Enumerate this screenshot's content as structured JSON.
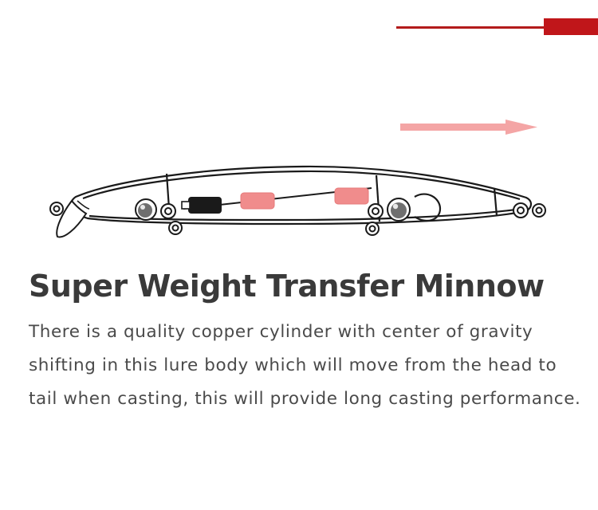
{
  "colors": {
    "accent": "#c0161a",
    "weight_highlight": "#f08c8c",
    "title_text": "#3a3a3a",
    "body_text": "#4a4a4a"
  },
  "header": {
    "accent_bar": "red-accent-bar"
  },
  "figure": {
    "illustration": "lure-cross-section-diagram",
    "direction_arrow": "arrow-right-icon"
  },
  "content": {
    "title": "Super Weight Transfer Minnow",
    "description": "There is a quality copper cylinder with center of gravity shifting in this lure body which will move from the head to tail when casting, this will provide long casting performance."
  }
}
